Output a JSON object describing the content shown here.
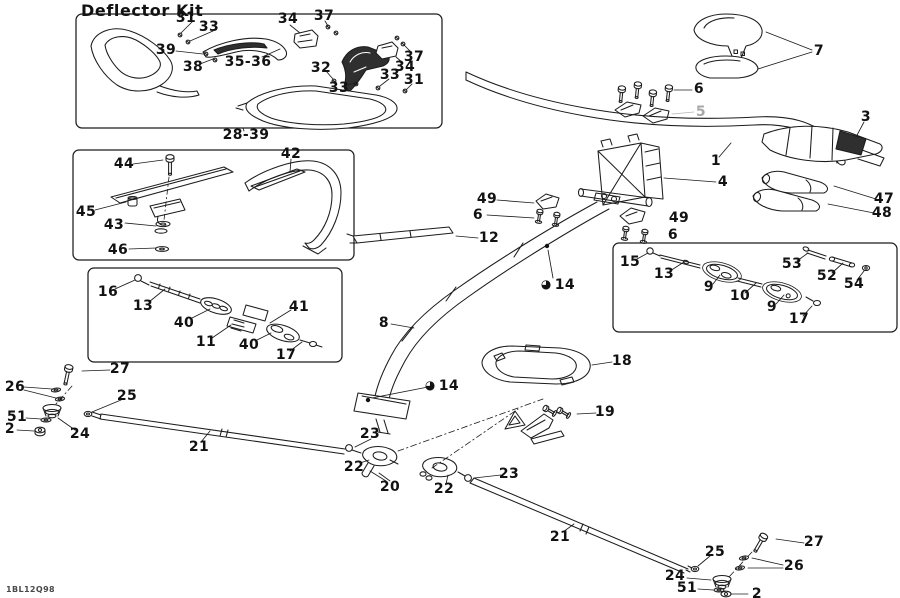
{
  "doc": {
    "code": "1BL12Q98"
  },
  "inset_title": "Deflector Kit",
  "symbols": {
    "lube_marker": "◕"
  },
  "colors": {
    "line": "#1c1c1c",
    "background": "#ffffff",
    "muted_label": "#a8a8a8",
    "dark_fill": "#2f2f2f"
  },
  "callouts": [
    "31",
    "33",
    "34",
    "37",
    "39",
    "38",
    "35-36",
    "32",
    "33",
    "37",
    "34",
    "33",
    "31",
    "28-39",
    "44",
    "42",
    "45",
    "43",
    "46",
    "16",
    "13",
    "40",
    "11",
    "41",
    "40",
    "17",
    "7",
    "6",
    "5",
    "3",
    "1",
    "4",
    "47",
    "48",
    "49",
    "6",
    "49",
    "6",
    "12",
    "14",
    "8",
    "15",
    "13",
    "9",
    "10",
    "53",
    "52",
    "54",
    "9",
    "17",
    "14",
    "18",
    "19",
    "23",
    "22",
    "20",
    "22",
    "23",
    "27",
    "26",
    "25",
    "51",
    "2",
    "24",
    "21",
    "21",
    "25",
    "27",
    "26",
    "24",
    "51",
    "2"
  ]
}
